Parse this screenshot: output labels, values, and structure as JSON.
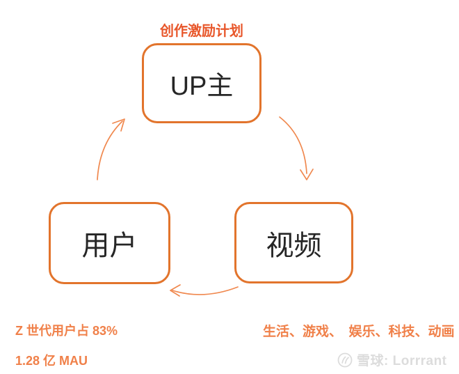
{
  "colors": {
    "background": "#FFFFFF",
    "node_border_orange": "#E2742C",
    "arrow_orange": "#F0884E",
    "title_text_orange_red": "#E8572B",
    "annotation_orange": "#F08049",
    "node_text": "#262626",
    "watermark_gray": "#DCDCDC"
  },
  "diagram": {
    "title": "创作激励计划",
    "nodes": [
      {
        "id": "up-owner",
        "label": "UP主"
      },
      {
        "id": "user",
        "label": "用户"
      },
      {
        "id": "video",
        "label": "视频"
      }
    ],
    "arrows": [
      {
        "from": "UP主",
        "to": "视频",
        "direction": "top-to-bottom-right"
      },
      {
        "from": "视频",
        "to": "用户",
        "direction": "right-to-left-along-bottom"
      },
      {
        "from": "用户",
        "to": "UP主",
        "direction": "bottom-left-to-top"
      }
    ]
  },
  "annotations": {
    "left_stat_line1": "Z 世代用户占 83%",
    "left_stat_line2": "1.28 亿 MAU",
    "right_categories": "生活、游戏、　娱乐、科技、动画"
  },
  "watermark": {
    "logo": "snowball-logo",
    "text": "雪球: Lorrrant"
  }
}
